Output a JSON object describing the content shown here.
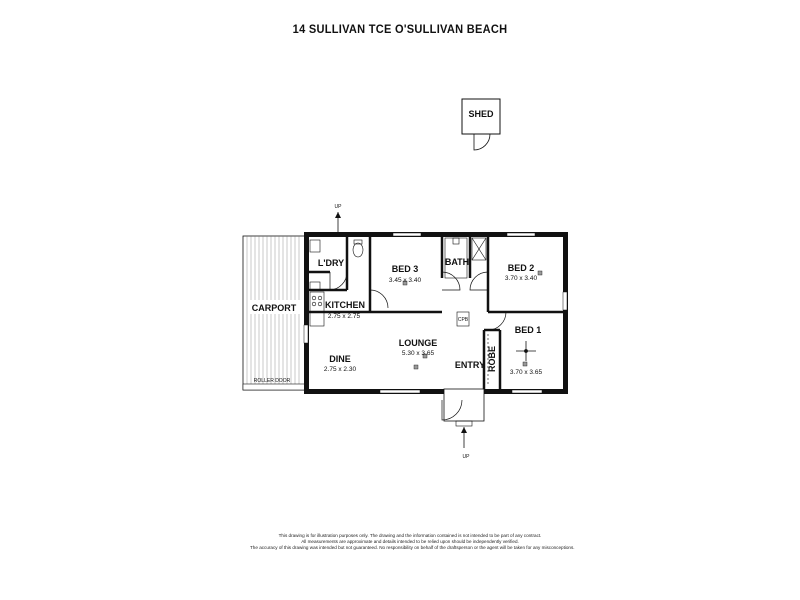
{
  "title": "14 SULLIVAN TCE O'SULLIVAN BEACH",
  "labels": {
    "shed": "SHED",
    "up_top": "UP",
    "up_bottom": "UP",
    "laundry": "L'DRY",
    "bed3": "BED 3",
    "bed3_dim": "3.45 x 3.40",
    "bath": "BATH",
    "bed2": "BED 2",
    "bed2_dim": "3.70 x 3.40",
    "kitchen": "KITCHEN",
    "kitchen_dim": "2.75 x 2.75",
    "carport": "CARPORT",
    "lounge": "LOUNGE",
    "lounge_dim": "5.30 x 3.65",
    "bed1": "BED 1",
    "bed1_dim": "3.70 x 3.65",
    "robe": "ROBE",
    "dine": "DINE",
    "dine_dim": "2.75 x 2.30",
    "entry": "ENTRY",
    "roller_door": "ROLLER DOOR",
    "cpb": "CPB"
  },
  "disclaimer": [
    "This drawing is for illustration purposes only. The drawing and the information contained is not intended to be part of any contract.",
    "All measurements are approximate and details intended to be relied upon should be independently verified.",
    "The accuracy of this drawing was intended but not guaranteed. No responsibility on behalf of the draftsperson or the agent will be taken for any misconceptions."
  ]
}
